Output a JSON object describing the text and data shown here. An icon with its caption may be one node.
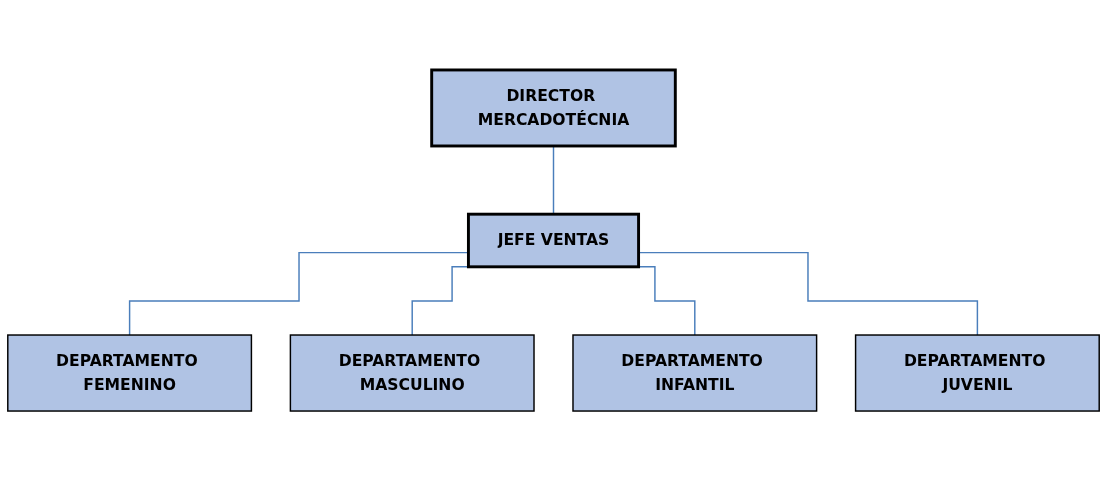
{
  "diagram": {
    "nodes": [
      {
        "text": [
          "DIRECTOR MERCADOTÉCNIA"
        ]
      },
      {
        "text": [
          "JEFE VENTAS"
        ]
      },
      {
        "text": [
          "DEPARTAMENTO FEMENINO"
        ]
      },
      {
        "text": [
          "DEPARTAMENTO MASCULINO"
        ]
      },
      {
        "text": [
          "DEPARTAMENTO INFANTIL"
        ]
      },
      {
        "text": [
          "DEPARTAMENTO JUVENIL"
        ]
      }
    ],
    "edges": [
      {
        "from": 0,
        "to": 1,
        "arrow": "none"
      },
      {
        "from": 1,
        "to": 2,
        "arrow": "none"
      },
      {
        "from": 1,
        "to": 3,
        "arrow": "none"
      },
      {
        "from": 1,
        "to": 4,
        "arrow": "none"
      },
      {
        "from": 1,
        "to": 5,
        "arrow": "none"
      }
    ]
  }
}
